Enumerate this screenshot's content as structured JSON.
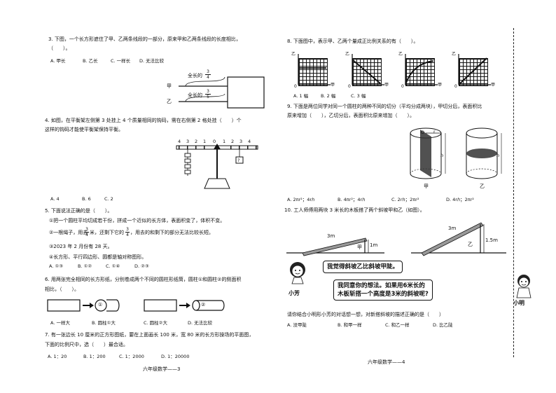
{
  "left": {
    "q3": {
      "line1": "3. 下图，一个长方形遮住了甲、乙两条线段的一部分，原来甲和乙两条线段的长度相比，",
      "line2": "（　　）。",
      "options": [
        "A. 甲长",
        "B. 乙长",
        "C. 一样长",
        "D. 无法比较"
      ],
      "labels": {
        "jia": "甲",
        "yi": "乙",
        "quan_de": "全长的",
        "f1_num": "3",
        "f1_den": "4",
        "f2_num": "3",
        "f2_den": "5"
      }
    },
    "q4": {
      "line1": "4. 如图，在平衡架左侧第 3 处挂上 4 个质量相同的钩码，需在右侧第 2 格处挂（　　）个",
      "line2": "这样的钩码才能使平衡架保持平衡。",
      "scale_marks": [
        "4",
        "3",
        "2",
        "1",
        "0",
        "1",
        "2",
        "3",
        "4"
      ],
      "box_label": "?",
      "options": [
        "A. 4",
        "B. 6",
        "C. 2"
      ]
    },
    "q5": {
      "line1": "5. 下面说法正确的是（　　）。",
      "s1": "①把一个圆柱平均切成若干份，拼成一个近似的长方体，表面积变了，体积不变。",
      "s2a": "②一根绳子，用去",
      "s2_num": "3",
      "s2_den": "4",
      "s2b": "米，还剩下它的",
      "s2_num2": "3",
      "s2_den2": "4",
      "s2c": "，用去的和剩下的部分无法比较长短。",
      "s3": "③2023 年 2 月份有 28 天。",
      "s4": "④长方形、平行四边形、圆都是轴对称图形。",
      "options": [
        "A. ①③",
        "B. ①②",
        "C. ①④",
        "D. ②③"
      ]
    },
    "q6": {
      "line1": "6. 用两张完全相同的长方形纸，分别卷成两个不同的圆柱形纸筒，圆柱①和圆柱②的侧面积",
      "line2": "相比，（　　）。",
      "c1": "①",
      "c2": "②",
      "options": [
        "A. 一样大",
        "B. 圆柱①大",
        "C. 圆柱②大",
        "D. 无法比较"
      ]
    },
    "q7": {
      "line1": "7. 有一张边长 10 厘米的正方形图纸，要在上面画长 100 米，宽 80 米的长方形操场的平面图，",
      "line2": "下面的比例尺中，选（　　）最合适。",
      "options": [
        "A. 1：20",
        "B. 1：200",
        "C. 1：2000",
        "D. 1：20000"
      ]
    },
    "footer": "六年级数学——3"
  },
  "right": {
    "q8": {
      "line1": "8. 下面图中，表示甲、乙两个量成正比例关系的有（　　）。",
      "axis_y": "乙",
      "axis_x": "甲",
      "origin": "0",
      "options": [
        "A. 1 幅",
        "B. 2 幅",
        "C. 3 幅"
      ]
    },
    "q9": {
      "line1": "9. 下面是两位同学对同一个圆柱的两种不同的切分（平均分成两块），甲切分后，表面积比",
      "line2": "原来增加（　　），乙切分后，表面积比原来增加（　　）。",
      "fig_labels": {
        "o": "O",
        "r": "r",
        "h": "h",
        "jia": "甲",
        "yi": "乙"
      },
      "options": [
        "A. 2πr²；4rℎ",
        "B. 4πr²；4rℎ",
        "C. 2rℎ；2πr²",
        "D. 4rℎ；2πr²"
      ]
    },
    "q10": {
      "line1": "10. 工人师傅用两块 3 米长的木板搭了两个斜坡甲和乙（如图）。",
      "len1": "3m",
      "h1": "1m",
      "ramp1": "甲",
      "len2": "3m",
      "h2": "1.5m",
      "ramp2": "乙",
      "bubble1": "我觉得斜坡乙比斜坡甲陡。",
      "bubble2_l1": "我同意你的想法。如果用6米长的",
      "bubble2_l2": "木板斩搭一个高度是3米的斜坡呢?",
      "name1": "小芳",
      "name2": "小明",
      "question": "请你结合小明形小芳的对话想一想，对新搭斜坡的描述正确的是（　　）",
      "options": [
        "A. 没甲陡",
        "B. 和甲一样",
        "C. 和乙一样",
        "D. 比乙陡"
      ]
    },
    "footer": "六年级数学——4"
  }
}
